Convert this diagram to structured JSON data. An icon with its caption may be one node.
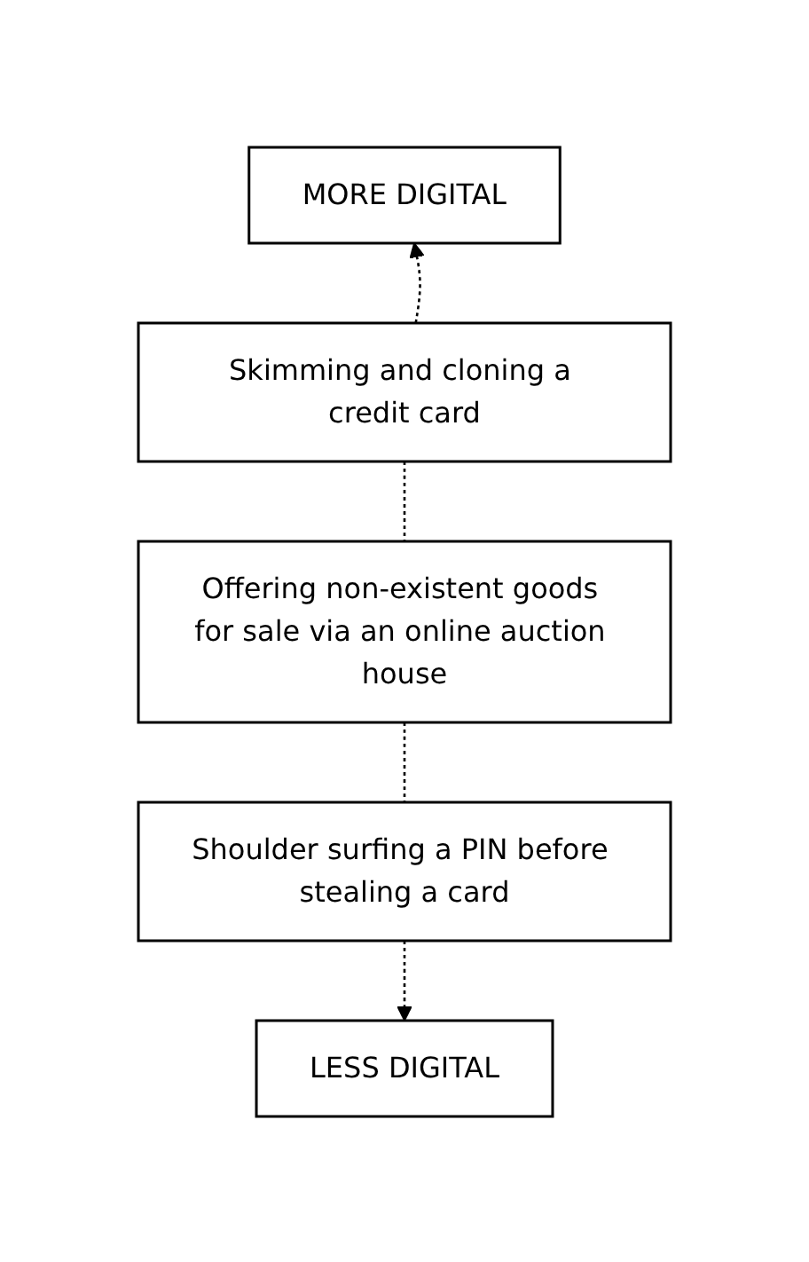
{
  "diagram": {
    "nodes": [
      {
        "text": [
          "MORE DIGITAL"
        ]
      },
      {
        "text": [
          "Skimming and cloning a credit card"
        ]
      },
      {
        "text": [
          "Offering non-existent goods for sale via an online auction house"
        ]
      },
      {
        "text": [
          "Shoulder surfing a PIN before stealing a card"
        ]
      },
      {
        "text": [
          "LESS DIGITAL"
        ]
      }
    ],
    "edges": [
      {
        "from": 1,
        "to": 0,
        "arrow": "to",
        "style": "dashed"
      },
      {
        "from": 1,
        "to": 2,
        "arrow": "none",
        "style": "dashed"
      },
      {
        "from": 2,
        "to": 3,
        "arrow": "none",
        "style": "dashed"
      },
      {
        "from": 3,
        "to": 4,
        "arrow": "to",
        "style": "dashed"
      }
    ]
  }
}
